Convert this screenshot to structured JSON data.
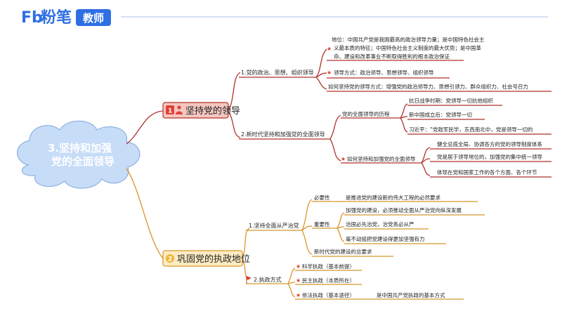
{
  "header": {
    "logo_letters": "Fb",
    "logo_name": "粉笔",
    "logo_badge": "教师"
  },
  "colors": {
    "brand": "#2f6fe4",
    "branch1": "#b0322a",
    "branch1_fill": "#f5c7c0",
    "branch2": "#d8972a",
    "branch2_fill": "#fdebc2",
    "central_fill": "#2f6fe4",
    "cloud_fill": "#c6dcf7",
    "star": "#e23b2a"
  },
  "central": {
    "line1": "3.坚持和加强",
    "line2": "党的全面领导"
  },
  "branch1": {
    "number": "1",
    "label": "坚持党的领导",
    "sub1": {
      "label": "1.党的政治、思想、组织领导",
      "leaf_position": {
        "line1": "地位：中国共产党是我国最高的政治领导力量；是中国特色社会主",
        "line2": "义最本质的特征；中国特色社会主义制度的最大优势；是中国革",
        "line3": "命、建设和改革事业不断取得胜利的根本政治保证"
      },
      "leaf_content": "领导方式：政治领导、思想领导、组织领导",
      "leaf_method": "如何坚持党的领导方式：增强党的政治领导力、思想引领力、群众组织力、社会号召力"
    },
    "sub2": {
      "label": "2.新时代坚持和加强党的全面领导",
      "history": {
        "label": "党的全面领导的历程",
        "items": [
          "抗日战争时期：党领导一切抗他组织",
          "新中国成立后：党领导一切",
          "习近平：“党政军民学，东西南北中，党是领导一切的"
        ]
      },
      "how": {
        "label": "如何坚持和加强党的全面领导",
        "items": [
          "健全总揽全局、协调各方的党的领导制度体系",
          "党是居于领导地位的，加强党的集中统一领导",
          "体现在党和国家工作的各个方面、各个环节"
        ]
      }
    }
  },
  "branch2": {
    "number": "2",
    "label": "巩固党的执政地位",
    "sub1": {
      "label": "1.坚持全面从严治党",
      "necessity": {
        "label": "必要性",
        "item": "是推进党的建设新的伟大工程的必然要求"
      },
      "importance": {
        "label": "重要性",
        "items": [
          "加强党的建设，必须推动全面从严治党向纵深发展",
          "治国必先治党，治党务必从严",
          "毫不动摇把党建设得更加坚强有力"
        ]
      },
      "requirement": "新时代党的建设的总要求"
    },
    "sub2": {
      "label": "2.执政方式",
      "items": [
        "科学执政（基本前提）",
        "民主执政（本质所在）",
        "依法执政（基本途径）"
      ],
      "note": "是中国共产党执政的基本方式"
    }
  }
}
